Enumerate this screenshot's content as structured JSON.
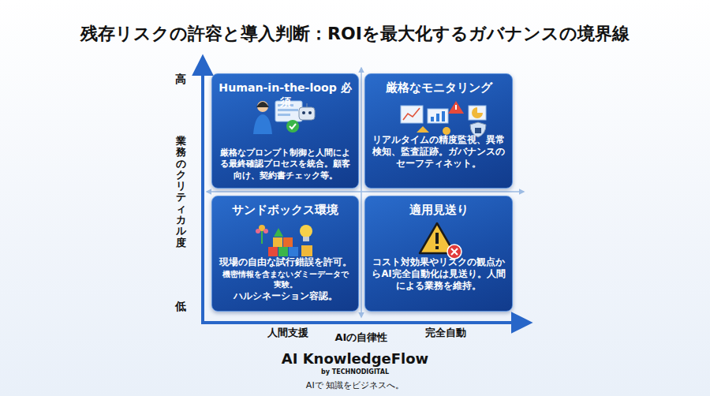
{
  "diagram": {
    "title": "残存リスクの許容と導入判断：ROIを最大化するガバナンスの境界線",
    "nodes": [
      {
        "text": [
          "Human-in-the-loop 必須",
          "厳格なプロンプト制御と人間による最終確認プロセスを統合。顧客向け、契約書チェック等。"
        ]
      },
      {
        "text": [
          "厳格なモニタリング",
          "リアルタイムの精度監視、異常検知、監査証跡。ガバナンスのセーフティネット。"
        ]
      },
      {
        "text": [
          "サンドボックス環境",
          "現場の自由な試行錯誤を許可。",
          "機密情報を含まないダミーデータで実験。",
          "ハルシネーション容認。"
        ]
      },
      {
        "text": [
          "適用見送り",
          "コスト対効果やリスクの観点からAI完全自動化は見送り。人間による業務を維持。"
        ]
      }
    ],
    "labels": [
      "高",
      "低",
      "業務のクリティカル度",
      "人間支援",
      "AIの自律性",
      "完全自動",
      "AI KnowledgeFlow",
      "by TECHNODIGITAL",
      "AIで 知識をビジネスへ。"
    ]
  }
}
